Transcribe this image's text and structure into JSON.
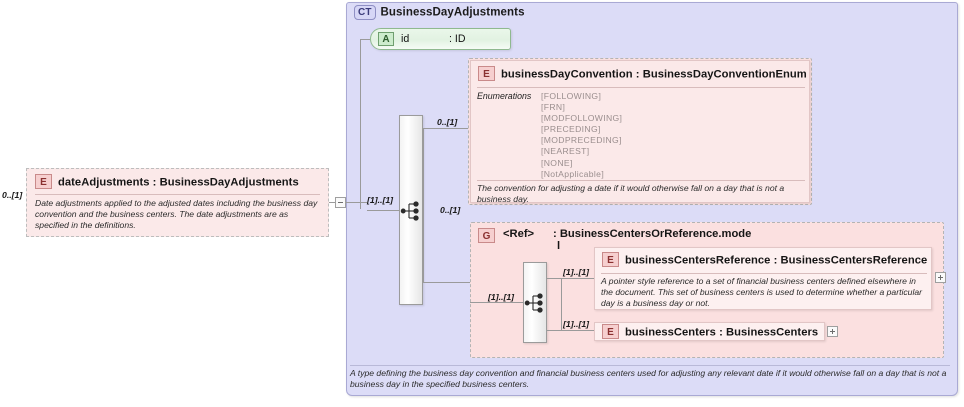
{
  "diagram": {
    "type": "xsd-schema-diagram",
    "complex_type": {
      "badge": "CT",
      "name": "BusinessDayAdjustments",
      "documentation": "A type defining the business day convention and financial business centers used for adjusting any relevant date if it would otherwise fall on a day that is not a business day in the specified business centers."
    },
    "attribute": {
      "badge": "A",
      "name": "id",
      "type": ": ID"
    },
    "left_element": {
      "badge": "E",
      "title": "dateAdjustments : BusinessDayAdjustments",
      "cardinality": "0..[1]",
      "documentation": "Date adjustments applied to the adjusted dates including the business day convention and the business centers. The date adjustments are as specified in the definitions."
    },
    "root_cardinality": "[1]..[1]",
    "business_day_convention": {
      "badge": "E",
      "title": "businessDayConvention : BusinessDayConventionEnum",
      "cardinality": "0..[1]",
      "enum_label": "Enumerations",
      "enumerations": [
        "[FOLLOWING]",
        "[FRN]",
        "[MODFOLLOWING]",
        "[PRECEDING]",
        "[MODPRECEDING]",
        "[NEAREST]",
        "[NONE]",
        "[NotApplicable]"
      ],
      "documentation": "The convention for adjusting a date if it would otherwise fall on a day that is not a business day."
    },
    "group_ref": {
      "badge": "G",
      "ref_label": "<Ref>",
      "type": ": BusinessCentersOrReference.mode",
      "type_line2": "l",
      "cardinality": "0..[1]",
      "inner_cardinality": "[1]..[1]",
      "children": [
        {
          "badge": "E",
          "title": "businessCentersReference : BusinessCentersReference",
          "cardinality": "[1]..[1]",
          "documentation": "A pointer style reference to a set of financial business centers defined elsewhere in the document. This set of business centers is used to determine whether a particular day is a business day or not.",
          "expander": "+"
        },
        {
          "badge": "E",
          "title": "businessCenters : BusinessCenters",
          "cardinality": "[1]..[1]",
          "documentation": "",
          "expander": "+"
        }
      ]
    },
    "expanders": {
      "collapse": "-",
      "expand": "+"
    },
    "colors": {
      "complex_type_bg": "#dcdcf7",
      "element_bg": "#fbe9e9",
      "group_bg": "#fbe0e0",
      "attribute_bg": "#e6f4e6",
      "badge_element": "#f6cfcf",
      "line": "#9a9a9a"
    }
  }
}
